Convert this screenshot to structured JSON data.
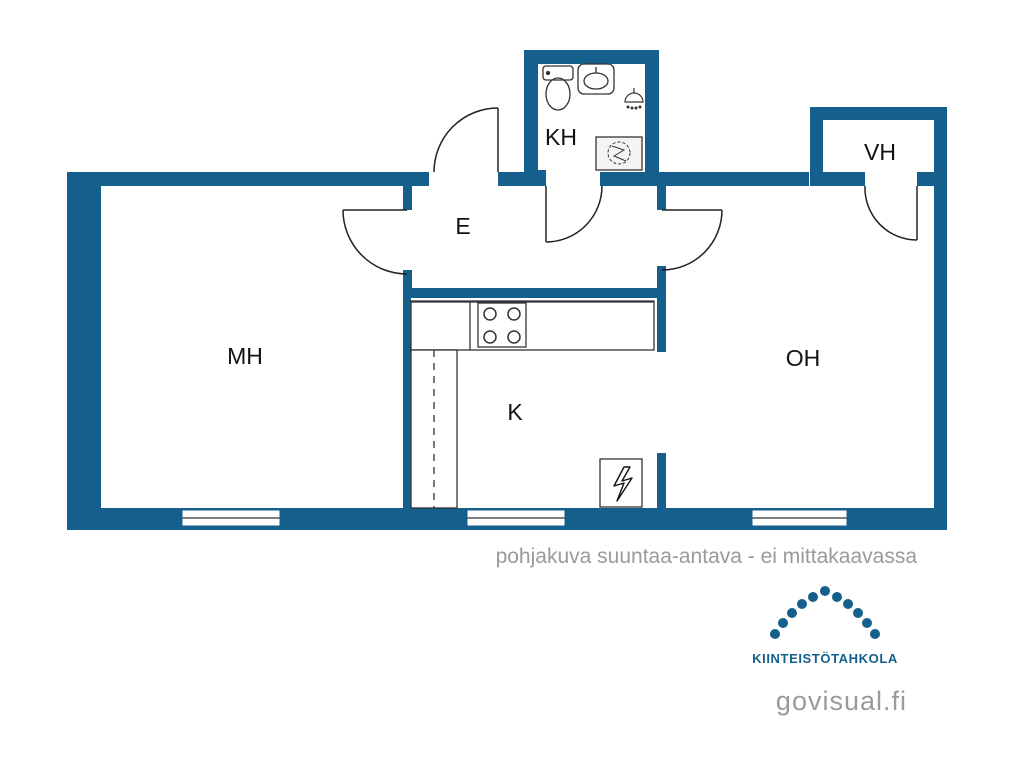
{
  "rooms": {
    "mh": "MH",
    "e": "E",
    "kh": "KH",
    "vh": "VH",
    "oh": "OH",
    "k": "K"
  },
  "disclaimer": "pohjakuva suuntaa-antava - ei mittakaavassa",
  "brand": {
    "name": "KIINTEISTÖTAHKOLA"
  },
  "website": "govisual.fi",
  "colors": {
    "wall": "#145f8c",
    "brand_text": "#145f8c",
    "caption_text": "#9a9a9a"
  }
}
